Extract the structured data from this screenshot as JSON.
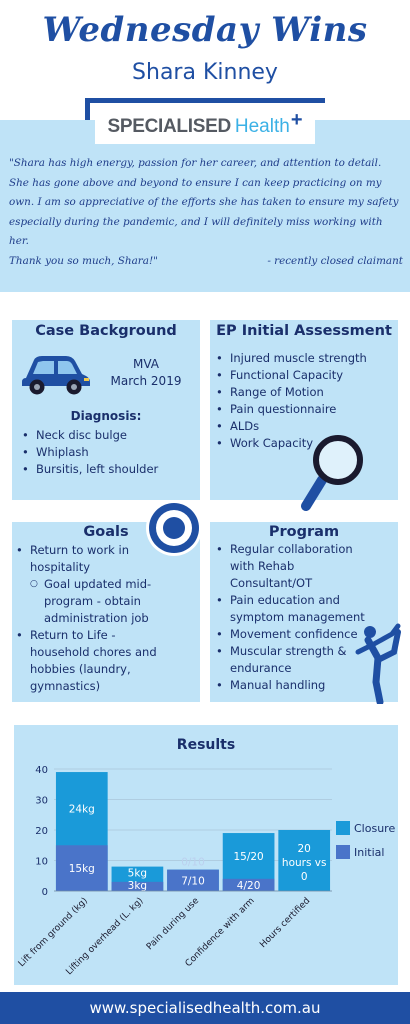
{
  "header": {
    "title": "Wednesday Wins",
    "subtitle": "Shara Kinney"
  },
  "logo": {
    "brand_bold": "SPECIALISED",
    "brand_light": "Health",
    "brand_plus": "+"
  },
  "testimonial": {
    "lines": [
      "\"Shara has high energy, passion for her career, and attention to detail.",
      "She has gone above and beyond to ensure I can keep practicing on my",
      "own. I am so appreciative of the efforts she has taken to ensure my safety",
      "especially during the pandemic, and I will definitely miss working with",
      "her."
    ],
    "closing": "Thank you so much, Shara!\"",
    "attribution": "- recently closed claimant"
  },
  "case_background": {
    "title": "Case Background",
    "mechanism": "MVA",
    "date": "March 2019",
    "diagnosis_label": "Diagnosis:",
    "diagnosis": [
      "Neck disc bulge",
      "Whiplash",
      "Bursitis, left shoulder"
    ]
  },
  "ep_assessment": {
    "title": "EP Initial Assessment",
    "items": [
      "Injured muscle strength",
      "Functional Capacity",
      "Range of Motion",
      "Pain questionnaire",
      "ALDs",
      "Work Capacity"
    ]
  },
  "goals": {
    "title": "Goals",
    "item1": "Return to work in hospitality",
    "item1_sub": "Goal updated mid-program - obtain administration job",
    "item2": "Return to Life - household chores and hobbies (laundry, gymnastics)"
  },
  "program": {
    "title": "Program",
    "items": [
      "Regular collaboration with Rehab Consultant/OT",
      "Pain education and symptom management",
      "Movement confidence",
      "Muscular strength & endurance",
      "Manual handling"
    ]
  },
  "icons": {
    "car": "car-icon",
    "magnifier": "magnifying-glass-icon",
    "target": "target-icon",
    "stretch": "stretching-person-icon"
  },
  "colors": {
    "brand_blue": "#1f4fa3",
    "panel": "#bfe3f7",
    "closure": "#1a9ad9",
    "initial": "#4a74c9",
    "dark_text": "#1a2f6b"
  },
  "chart_data": {
    "type": "bar",
    "title": "Results",
    "categories": [
      "Lift from ground (kg)",
      "Lifting overhead (L. kg)",
      "Pain during use",
      "Confidence with arm",
      "Hours certified"
    ],
    "series": [
      {
        "name": "Closure",
        "values": [
          39,
          8,
          7,
          19,
          20
        ]
      },
      {
        "name": "Initial",
        "values": [
          15,
          3,
          7,
          4,
          0
        ]
      }
    ],
    "segment_labels": {
      "Closure": [
        "24kg",
        "5kg",
        "0/10",
        "15/20",
        "20 hours vs 0"
      ],
      "Initial": [
        "15kg",
        "3kg",
        "7/10",
        "4/20",
        ""
      ]
    },
    "yticks": [
      0,
      10,
      20,
      30,
      40
    ],
    "ylim": [
      0,
      40
    ],
    "grid": true,
    "legend": "right"
  },
  "footer": {
    "url": "www.specialisedhealth.com.au"
  }
}
